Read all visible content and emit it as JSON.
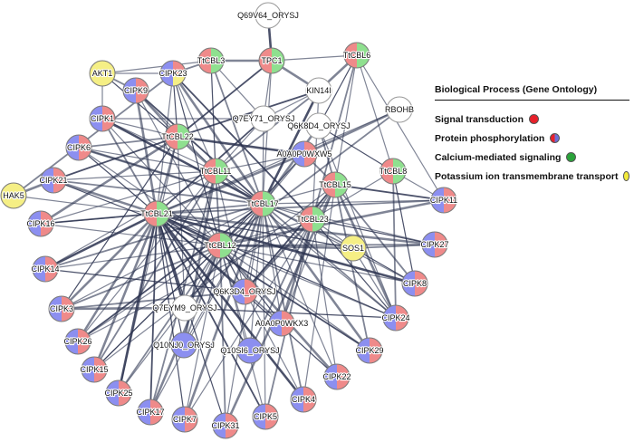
{
  "legend": {
    "title": "Biological Process (Gene Ontology)",
    "items": [
      {
        "label": "Signal transduction",
        "color": "#e8202a",
        "style": "solid"
      },
      {
        "label": "Protein phosphorylation",
        "color": "#6b6fd6",
        "style": "half-red-blue"
      },
      {
        "label": "Calcium-mediated signaling",
        "color": "#2aa33a",
        "style": "solid"
      },
      {
        "label": "Potassium ion transmembrane transport",
        "color": "#f2ea3a",
        "style": "solid"
      }
    ]
  },
  "colors": {
    "signal": "#ef8a8a",
    "phos": "#8c8ff0",
    "calcium": "#8fe08f",
    "potassium": "#f5ef85",
    "none": "#ffffff",
    "edge": "#2b3350"
  },
  "nodes": [
    {
      "id": "Q69V64_ORYSJ",
      "type": "none"
    },
    {
      "id": "TtCBL3",
      "type": "cbl"
    },
    {
      "id": "TPC1",
      "type": "cbl"
    },
    {
      "id": "TtCBL6",
      "type": "cbl"
    },
    {
      "id": "AKT1",
      "type": "potassium"
    },
    {
      "id": "CIPK23",
      "type": "cipk23"
    },
    {
      "id": "CIPK9",
      "type": "cipk"
    },
    {
      "id": "KIN14I",
      "type": "none"
    },
    {
      "id": "RBOHB",
      "type": "none"
    },
    {
      "id": "CIPK1",
      "type": "cipk"
    },
    {
      "id": "Q7EY71_ORYSJ",
      "type": "none"
    },
    {
      "id": "Q6K8D4_ORYSJ",
      "type": "none"
    },
    {
      "id": "TtCBL22",
      "type": "cbl"
    },
    {
      "id": "CIPK6",
      "type": "cipk"
    },
    {
      "id": "A0A0P0WXW5",
      "type": "cipk"
    },
    {
      "id": "TtCBL11",
      "type": "cbl"
    },
    {
      "id": "TtCBL8",
      "type": "cbl"
    },
    {
      "id": "CIPK21",
      "type": "cipk"
    },
    {
      "id": "TtCBL15",
      "type": "cbl"
    },
    {
      "id": "TtCBL17",
      "type": "cbl"
    },
    {
      "id": "CIPK11",
      "type": "cipk"
    },
    {
      "id": "HAK5",
      "type": "potassium"
    },
    {
      "id": "TtCBL21",
      "type": "cbl"
    },
    {
      "id": "TtCBL23",
      "type": "cbl"
    },
    {
      "id": "CIPK16",
      "type": "cipk"
    },
    {
      "id": "SOS1",
      "type": "potassium"
    },
    {
      "id": "CIPK27",
      "type": "cipk"
    },
    {
      "id": "TtCBL12",
      "type": "cbl"
    },
    {
      "id": "CIPK14",
      "type": "cipk"
    },
    {
      "id": "Q6K3D4_ORYSJ",
      "type": "cipk"
    },
    {
      "id": "CIPK8",
      "type": "cipk"
    },
    {
      "id": "Q7EYM9_ORYSJ",
      "type": "none"
    },
    {
      "id": "CIPK3",
      "type": "cipk"
    },
    {
      "id": "CIPK24",
      "type": "cipk"
    },
    {
      "id": "A0A0P0WKX3",
      "type": "cipk"
    },
    {
      "id": "CIPK26",
      "type": "cipk"
    },
    {
      "id": "Q10NJ0_ORYSJ",
      "type": "phos"
    },
    {
      "id": "Q10SI6_ORYSJ",
      "type": "phos"
    },
    {
      "id": "CIPK29",
      "type": "cipk"
    },
    {
      "id": "CIPK15",
      "type": "cipk"
    },
    {
      "id": "CIPK22",
      "type": "cipk"
    },
    {
      "id": "CIPK25",
      "type": "cipk"
    },
    {
      "id": "CIPK4",
      "type": "cipk"
    },
    {
      "id": "CIPK17",
      "type": "cipk"
    },
    {
      "id": "CIPK7",
      "type": "cipk"
    },
    {
      "id": "CIPK5",
      "type": "cipk"
    },
    {
      "id": "CIPK31",
      "type": "cipk"
    }
  ]
}
